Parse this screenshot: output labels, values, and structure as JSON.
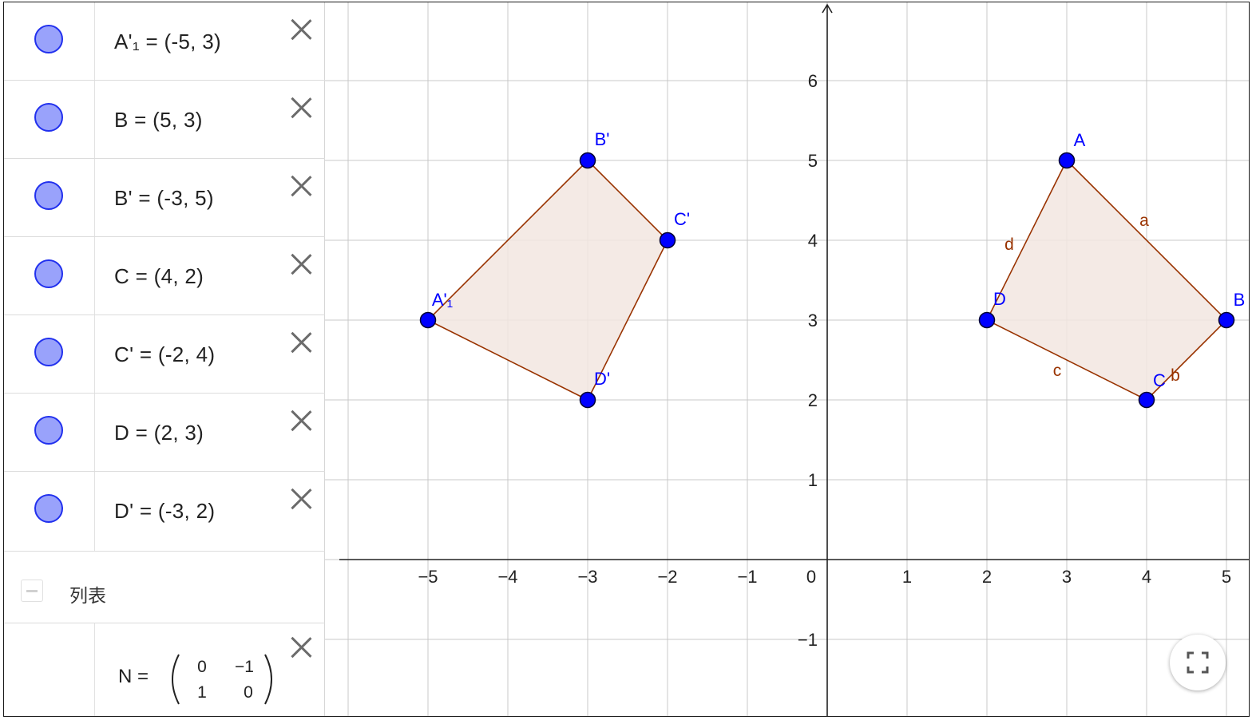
{
  "algebra_view": {
    "items": [
      {
        "text": "A'₁ = (-5, 3)"
      },
      {
        "text": "B = (5, 3)"
      },
      {
        "text": "B' = (-3, 5)"
      },
      {
        "text": "C = (4, 2)"
      },
      {
        "text": "C' = (-2, 4)"
      },
      {
        "text": "D = (2, 3)"
      },
      {
        "text": "D' = (-3, 2)"
      }
    ],
    "group_label": "列表",
    "matrix": {
      "name": "N =",
      "cells": [
        [
          "0",
          "−1"
        ],
        [
          "1",
          "0"
        ]
      ]
    }
  },
  "graphics_view": {
    "x_tick_labels": [
      "−5",
      "−4",
      "−3",
      "−2",
      "−1",
      "0",
      "1",
      "2",
      "3",
      "4",
      "5"
    ],
    "y_tick_labels": [
      "6",
      "5",
      "4",
      "3",
      "2",
      "1",
      "−1"
    ],
    "polygon_original": {
      "points": [
        {
          "name": "A",
          "x": 3,
          "y": 5
        },
        {
          "name": "B",
          "x": 5,
          "y": 3
        },
        {
          "name": "C",
          "x": 4,
          "y": 2
        },
        {
          "name": "D",
          "x": 2,
          "y": 3
        }
      ],
      "segment_labels": [
        "a",
        "b",
        "c",
        "d"
      ]
    },
    "polygon_image": {
      "points": [
        {
          "name": "B'",
          "x": -3,
          "y": 5
        },
        {
          "name": "C'",
          "x": -2,
          "y": 4
        },
        {
          "name": "D'",
          "x": -3,
          "y": 2
        },
        {
          "name": "A'₁",
          "x": -5,
          "y": 3
        }
      ]
    },
    "colors": {
      "point_fill": "#0000ff",
      "point_label": "#0000ff",
      "polygon_stroke": "#993300",
      "polygon_fill": "#f2e6e0",
      "segment_label": "#993300",
      "grid": "#c8c8c8",
      "axis": "#222222"
    }
  },
  "icons": {
    "fullscreen": "fullscreen-icon",
    "close": "close-icon",
    "collapse": "collapse-minus-icon"
  }
}
